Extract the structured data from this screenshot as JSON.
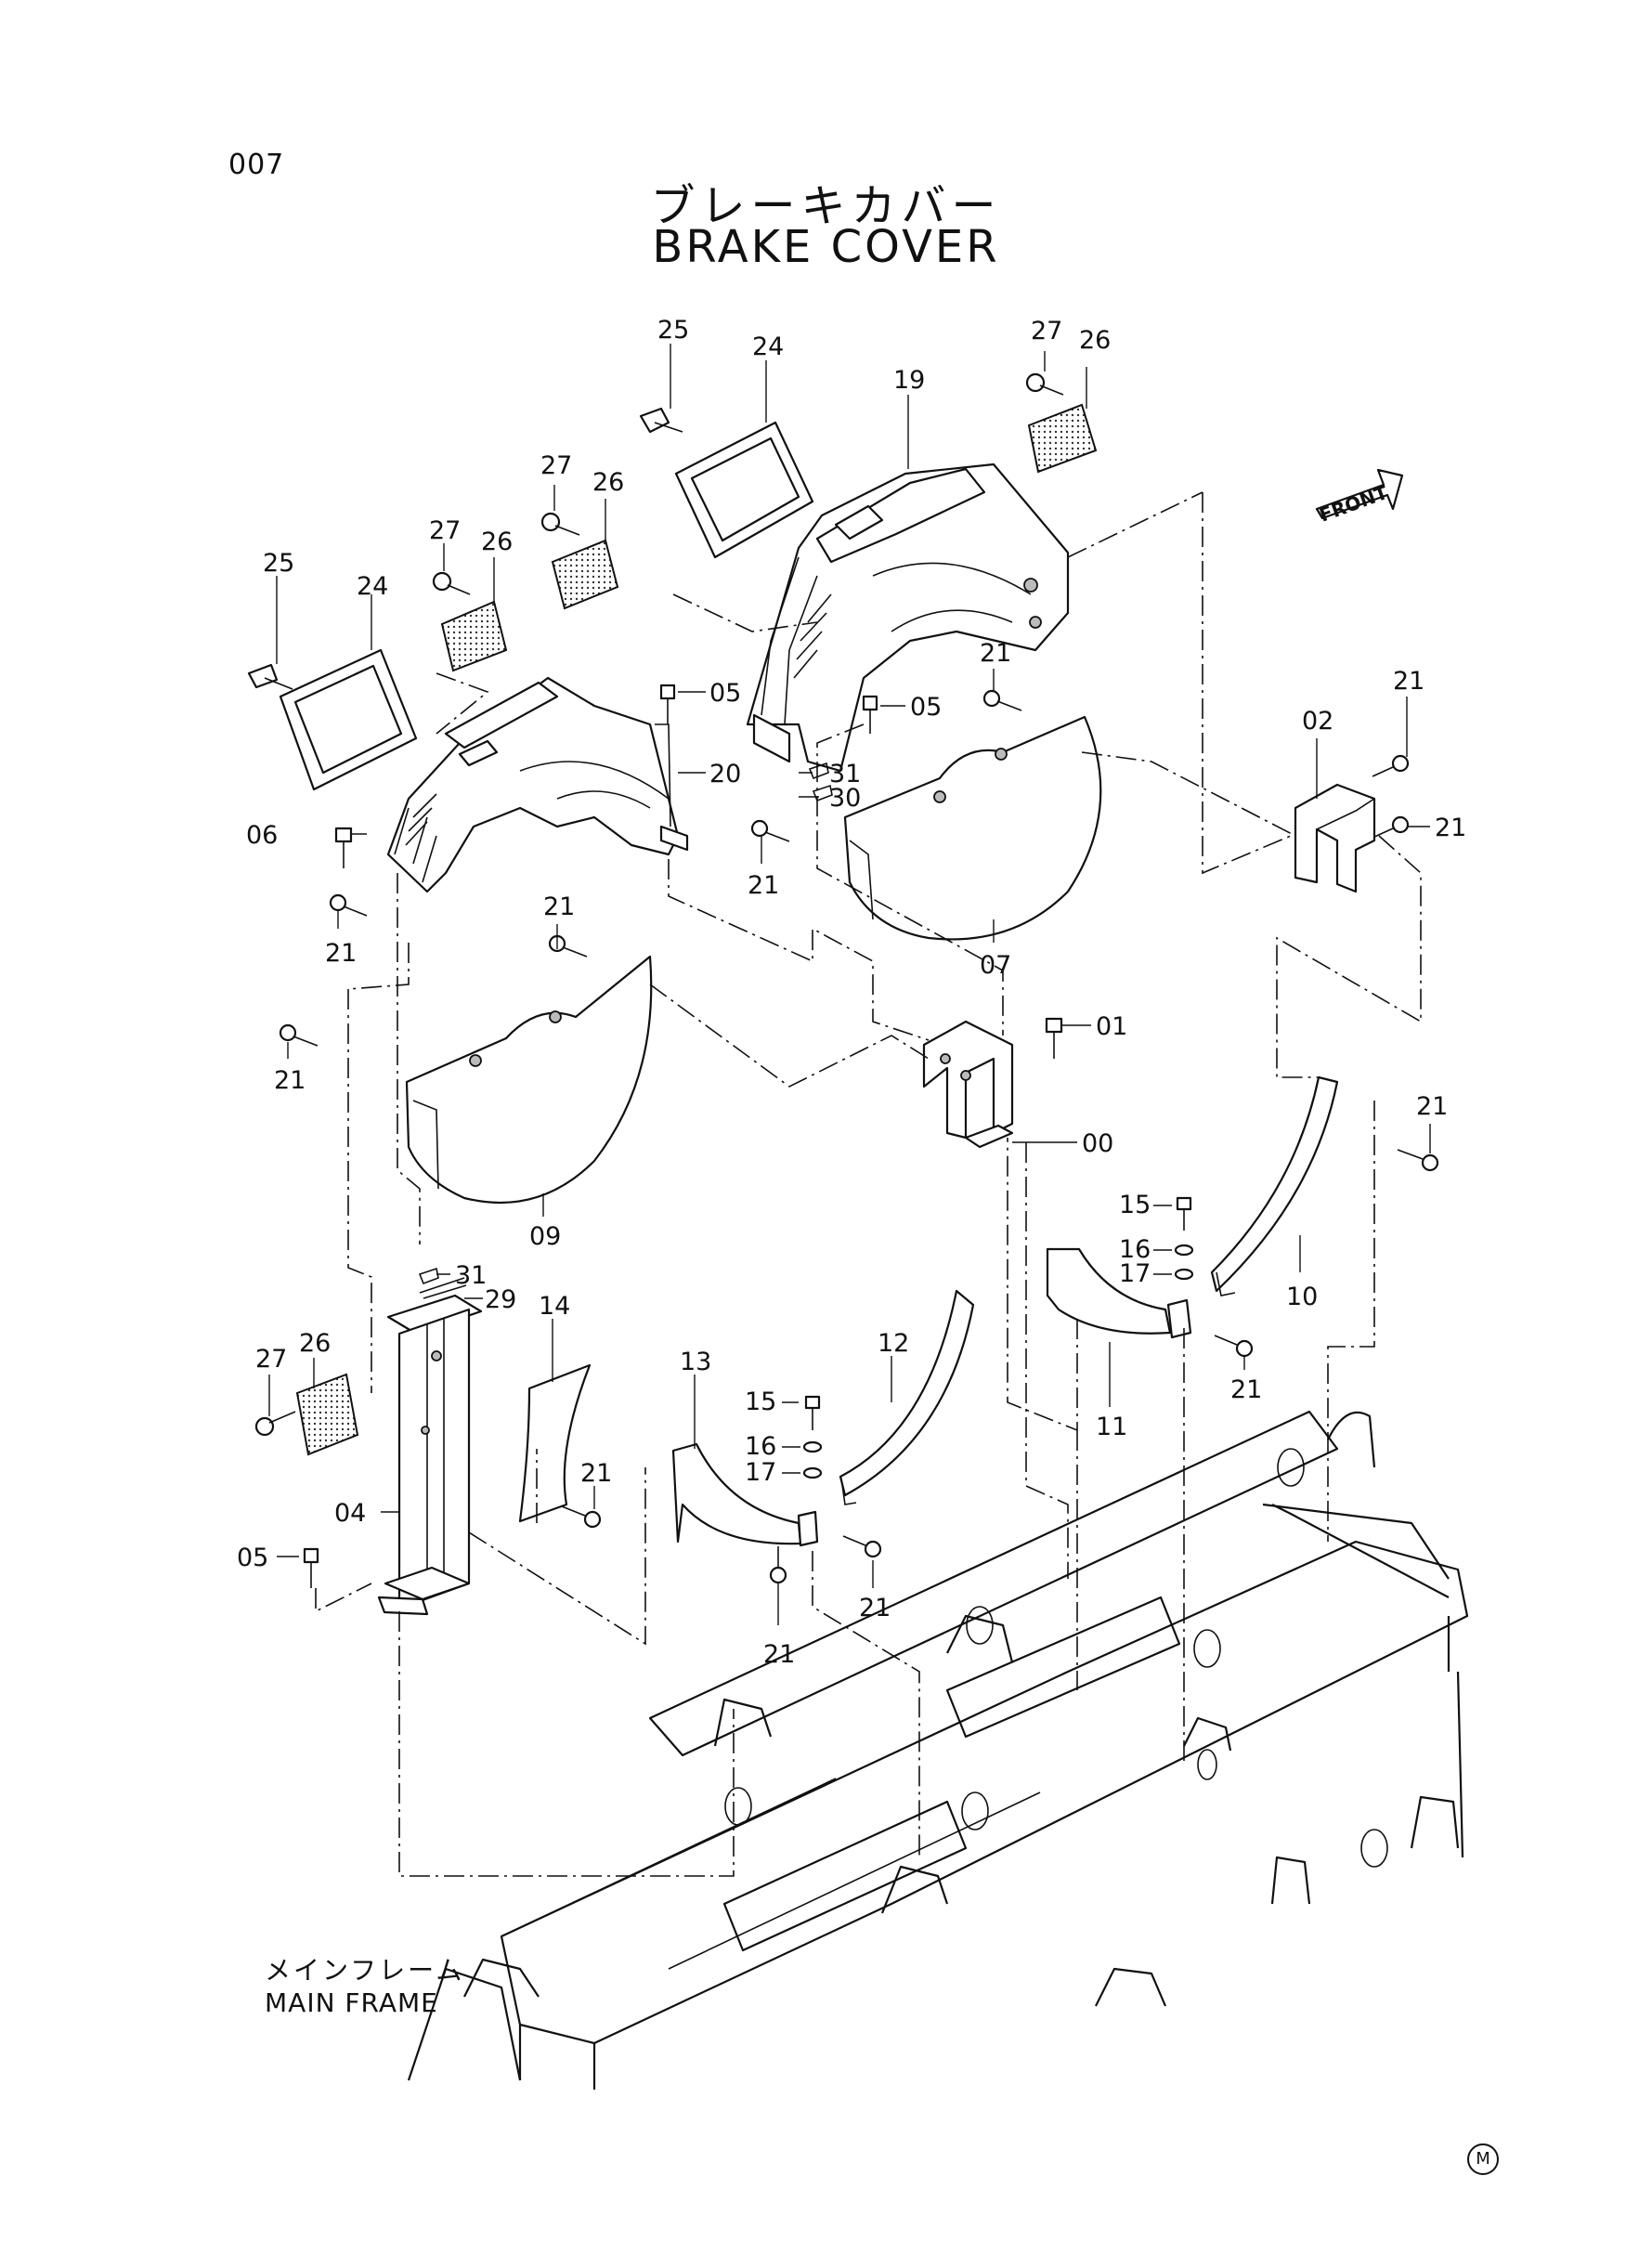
{
  "page_number": "007",
  "title_jp": "ブレーキカバー",
  "title_en": "BRAKE COVER",
  "frame_label_jp": "メインフレーム",
  "frame_label_en": "MAIN FRAME",
  "front_label": "FRONT",
  "corner_mark": "M",
  "callouts": [
    {
      "id": "c-25a",
      "text": "25"
    },
    {
      "id": "c-24a",
      "text": "24"
    },
    {
      "id": "c-19",
      "text": "19"
    },
    {
      "id": "c-27a",
      "text": "27"
    },
    {
      "id": "c-26a",
      "text": "26"
    },
    {
      "id": "c-27b",
      "text": "27"
    },
    {
      "id": "c-26b",
      "text": "26"
    },
    {
      "id": "c-27c",
      "text": "27"
    },
    {
      "id": "c-26c",
      "text": "26"
    },
    {
      "id": "c-25b",
      "text": "25"
    },
    {
      "id": "c-24b",
      "text": "24"
    },
    {
      "id": "c-05a",
      "text": "05"
    },
    {
      "id": "c-05b",
      "text": "05"
    },
    {
      "id": "c-20",
      "text": "20"
    },
    {
      "id": "c-21a",
      "text": "21"
    },
    {
      "id": "c-21b",
      "text": "21"
    },
    {
      "id": "c-02",
      "text": "02"
    },
    {
      "id": "c-21c",
      "text": "21"
    },
    {
      "id": "c-31a",
      "text": "31"
    },
    {
      "id": "c-30",
      "text": "30"
    },
    {
      "id": "c-06",
      "text": "06"
    },
    {
      "id": "c-21d",
      "text": "21"
    },
    {
      "id": "c-07",
      "text": "07"
    },
    {
      "id": "c-21e",
      "text": "21"
    },
    {
      "id": "c-21f",
      "text": "21"
    },
    {
      "id": "c-01",
      "text": "01"
    },
    {
      "id": "c-21g",
      "text": "21"
    },
    {
      "id": "c-00",
      "text": "00"
    },
    {
      "id": "c-21h",
      "text": "21"
    },
    {
      "id": "c-09",
      "text": "09"
    },
    {
      "id": "c-15a",
      "text": "15"
    },
    {
      "id": "c-16a",
      "text": "16"
    },
    {
      "id": "c-17a",
      "text": "17"
    },
    {
      "id": "c-10",
      "text": "10"
    },
    {
      "id": "c-31b",
      "text": "31"
    },
    {
      "id": "c-29",
      "text": "29"
    },
    {
      "id": "c-14",
      "text": "14"
    },
    {
      "id": "c-12",
      "text": "12"
    },
    {
      "id": "c-13",
      "text": "13"
    },
    {
      "id": "c-11",
      "text": "11"
    },
    {
      "id": "c-21i",
      "text": "21"
    },
    {
      "id": "c-27d",
      "text": "27"
    },
    {
      "id": "c-26d",
      "text": "26"
    },
    {
      "id": "c-15b",
      "text": "15"
    },
    {
      "id": "c-16b",
      "text": "16"
    },
    {
      "id": "c-17b",
      "text": "17"
    },
    {
      "id": "c-21j",
      "text": "21"
    },
    {
      "id": "c-04",
      "text": "04"
    },
    {
      "id": "c-05c",
      "text": "05"
    },
    {
      "id": "c-21k",
      "text": "21"
    },
    {
      "id": "c-21l",
      "text": "21"
    }
  ]
}
